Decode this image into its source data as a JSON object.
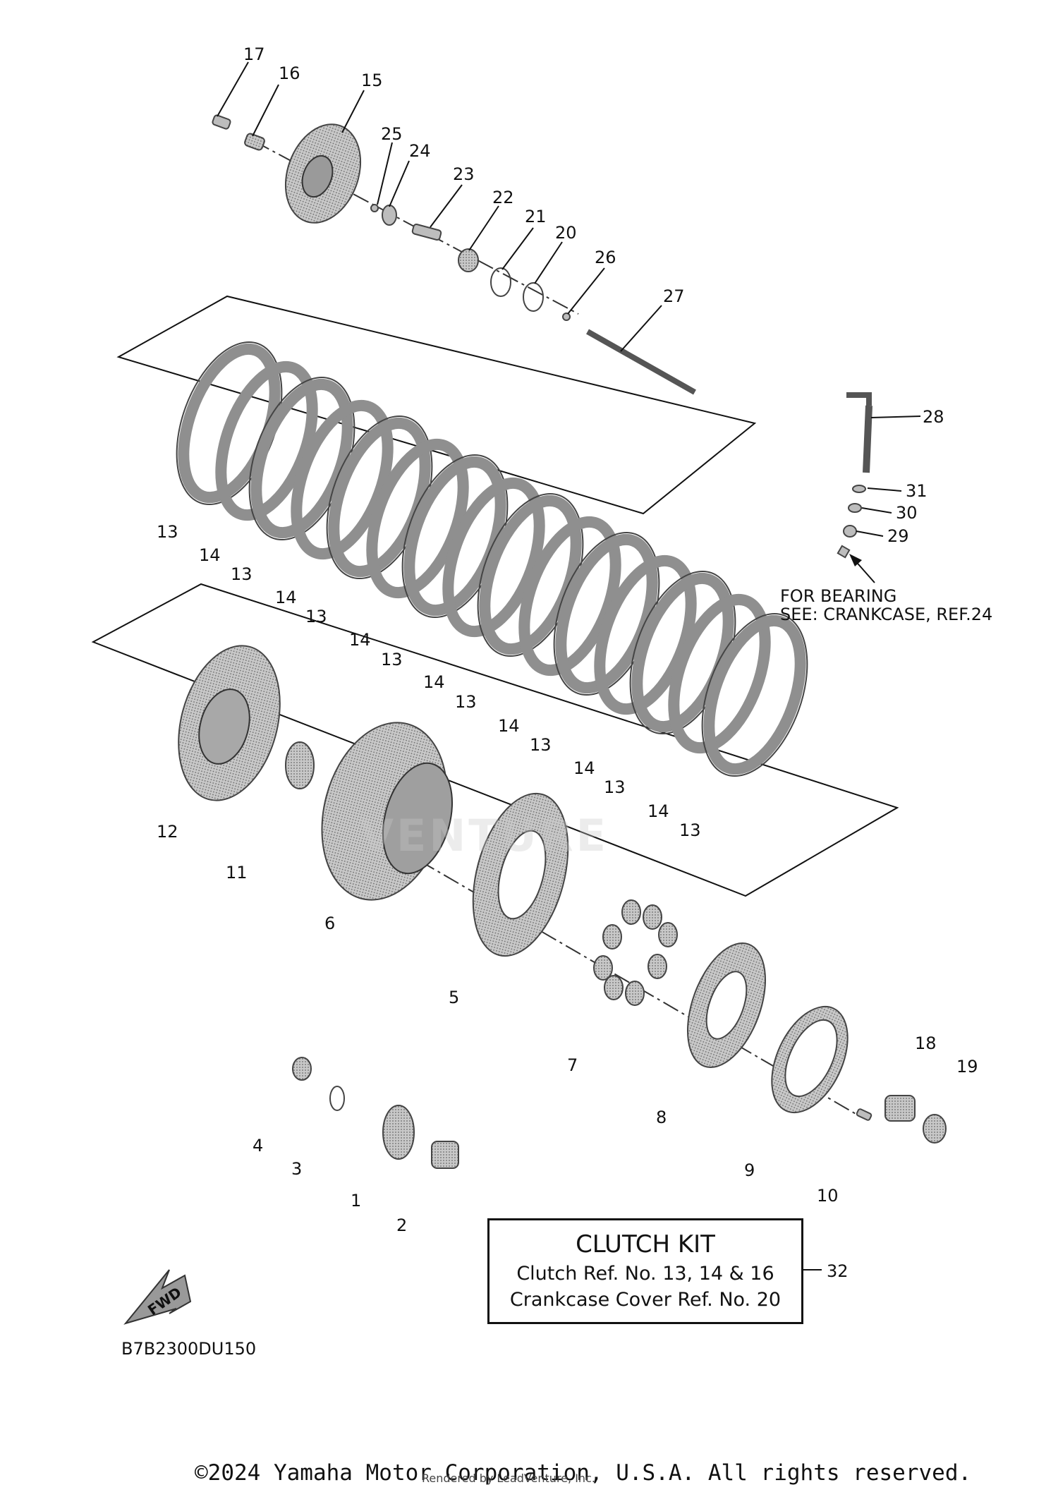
{
  "part_labels": [
    "1",
    "2",
    "3",
    "4",
    "5",
    "6",
    "7",
    "8",
    "9",
    "10",
    "11",
    "12",
    "13",
    "14",
    "15",
    "16",
    "17",
    "18",
    "19",
    "20",
    "21",
    "22",
    "23",
    "24",
    "25",
    "26",
    "27",
    "28",
    "29",
    "30",
    "31",
    "32"
  ],
  "note": {
    "line1": "FOR BEARING",
    "line2": "SEE: CRANKCASE, REF.24"
  },
  "clutch_kit": {
    "title": "CLUTCH KIT",
    "line1": "Clutch Ref. No. 13, 14 & 16",
    "line2": "Crankcase Cover Ref. No. 20"
  },
  "fwd_icon": "fwd-arrow-icon",
  "fwd_text": "FWD",
  "diagram_code": "B7B2300DU150",
  "watermark": "VENTURE",
  "copyright": "©2024 Yamaha Motor Corporation, U.S.A. All rights reserved.",
  "rendered_by": "Rendered by LeadVenture, Inc."
}
